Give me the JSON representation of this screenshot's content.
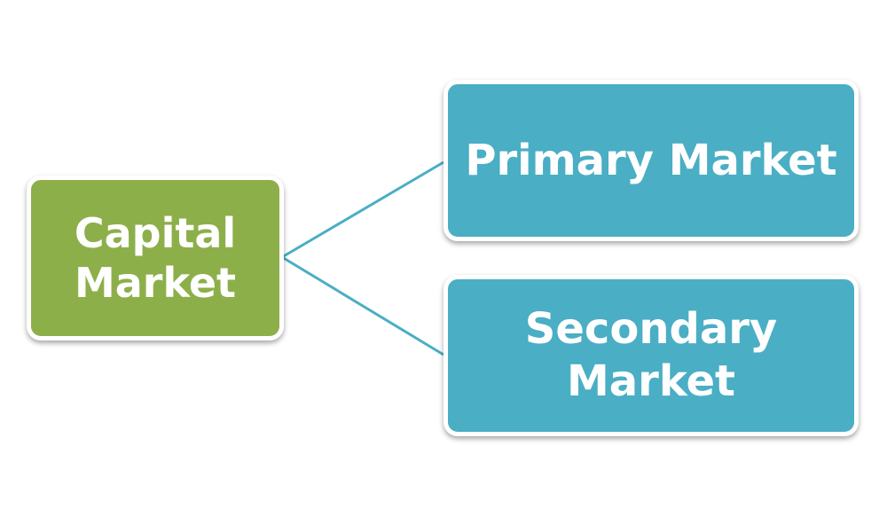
{
  "diagram": {
    "root": {
      "label": "Capital Market",
      "color": "#8daf4a"
    },
    "children": [
      {
        "label": "Primary Market",
        "color": "#4aaec4"
      },
      {
        "label": "Secondary Market",
        "color": "#4aaec4"
      }
    ],
    "connector_color": "#4aaec4"
  }
}
